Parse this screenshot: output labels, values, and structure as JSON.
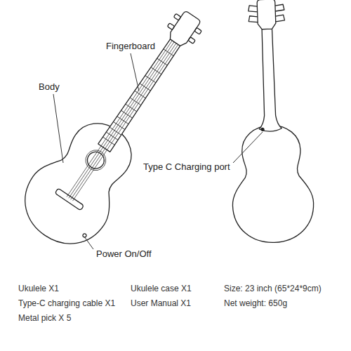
{
  "diagram": {
    "labels": [
      "Fingerboard",
      "Body",
      "Type C Charging port",
      "Power On/Off",
      "Ukulele X1",
      "Ukulele case X1",
      "Size: 23 inch (65*24*9cm)",
      "Type-C charging cable X1",
      "User Manual X1",
      "Net weight: 650g",
      "Metal pick X 5"
    ]
  }
}
